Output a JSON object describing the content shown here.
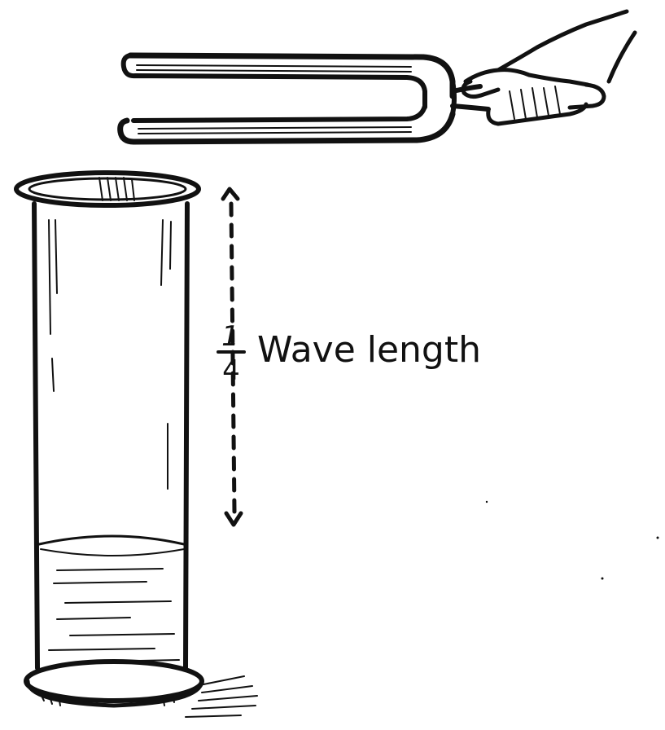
{
  "illustration": {
    "fraction_numerator": "1",
    "fraction_denominator": "4",
    "label": "Wave length",
    "icons": {
      "fork": "tuning-fork-icon",
      "hand": "hand-icon",
      "cylinder": "graduated-cylinder-icon",
      "water": "water-column-icon",
      "arrow": "double-headed-dashed-arrow-icon"
    },
    "ink_color": "#111111",
    "background_color": "#ffffff"
  }
}
